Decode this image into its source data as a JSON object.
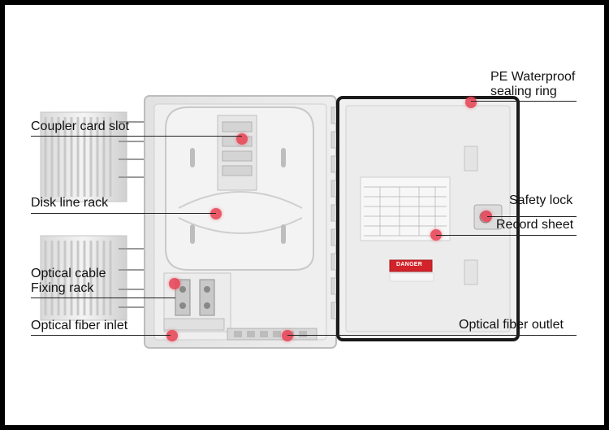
{
  "callouts": {
    "coupler_card_slot": "Coupler card slot",
    "disk_line_rack": "Disk line rack",
    "optical_cable_line1": "Optical cable",
    "optical_cable_line2": "Fixing rack",
    "optical_fiber_inlet": "Optical fiber inlet",
    "pe_waterproof_line1": "PE Waterproof",
    "pe_waterproof_line2": "sealing ring",
    "safety_lock": "Safety lock",
    "record_sheet": "Record sheet",
    "optical_fiber_outlet": "Optical fiber outlet"
  },
  "door_sticker": {
    "danger_text": "DANGER"
  },
  "colors": {
    "marker": "#e8495a",
    "danger_red": "#d2232a",
    "enclosure": "#e9e9e9"
  }
}
